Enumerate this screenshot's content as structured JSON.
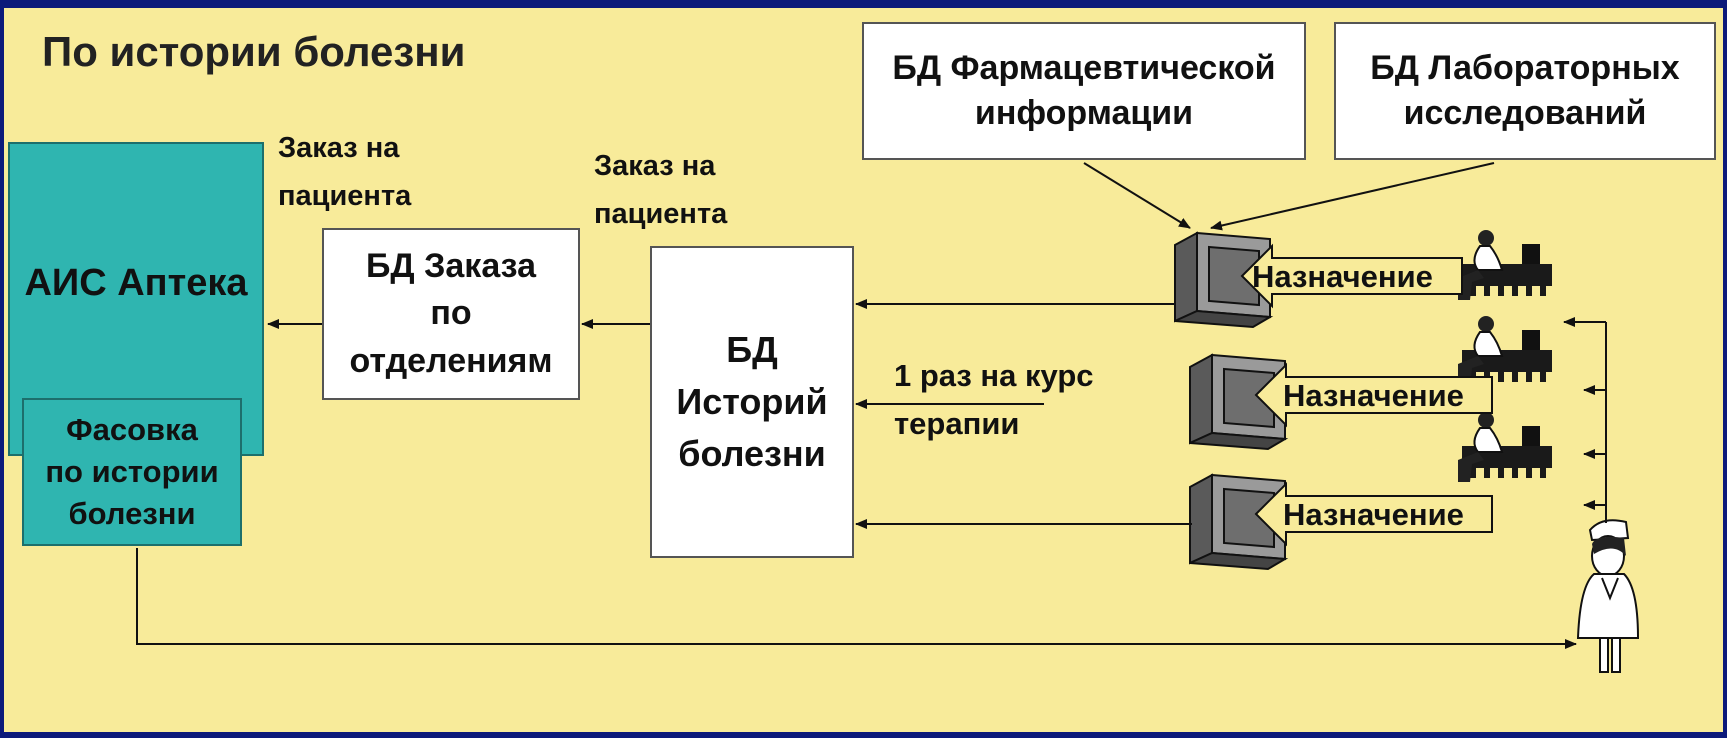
{
  "title": "По истории болезни",
  "nodes": {
    "pharma_db": [
      "БД Фармацевтической",
      "информации"
    ],
    "lab_db": [
      "БД Лабораторных",
      "исследований"
    ],
    "ais_pharmacy": "АИС Аптека",
    "packing": [
      "Фасовка",
      "по истории",
      "болезни"
    ],
    "order_db": [
      "БД Заказа",
      "по",
      "отделениям"
    ],
    "history_db": [
      "БД",
      "Историй",
      "болезни"
    ]
  },
  "labels": {
    "order_left": [
      "Заказ на",
      "пациента"
    ],
    "order_right": [
      "Заказ на",
      "пациента"
    ],
    "course": [
      "1 раз на курс",
      "терапии"
    ],
    "prescription": "Назначение"
  },
  "colors": {
    "background": "#f8eb9a",
    "frame": "#0c1a7a",
    "teal": "#2fb5b0",
    "monitor": "#8c8c8c"
  },
  "icons": [
    "computer-monitor-icon",
    "doctor-at-desk-icon",
    "nurse-icon"
  ]
}
